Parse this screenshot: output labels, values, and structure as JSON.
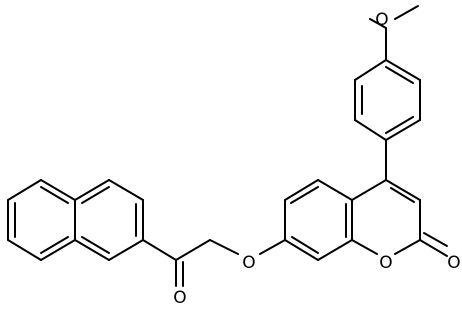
{
  "structure": {
    "type": "skeletal-formula",
    "atoms": {
      "methoxy_oxygen": "O",
      "ether_oxygen": "O",
      "ketone_oxygen": "O",
      "ring_oxygen": "O",
      "lactone_carbonyl_oxygen": "O"
    }
  },
  "colors": {
    "bond": "#000000",
    "background": "#ffffff"
  }
}
